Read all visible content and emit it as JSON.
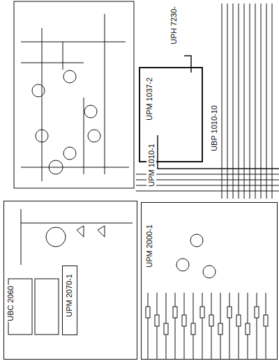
{
  "diagram": {
    "nodes": [
      {
        "text": [
          "UBC 2060"
        ]
      },
      {
        "text": [
          "UPM 2070-1"
        ],
        "in": 0
      },
      {
        "text": [
          "UPM 1037-2"
        ]
      },
      {
        "text": [
          "UPM 2000-1"
        ]
      },
      {
        "text": [
          "UPH 7230-"
        ]
      }
    ],
    "edges": [
      {
        "from": 4,
        "to": 2,
        "arrow": "none"
      },
      {
        "from": 2,
        "to": 3,
        "arrow": "none"
      }
    ],
    "labels": [
      "UBP 1010-10",
      "UPM 1010-1"
    ]
  }
}
